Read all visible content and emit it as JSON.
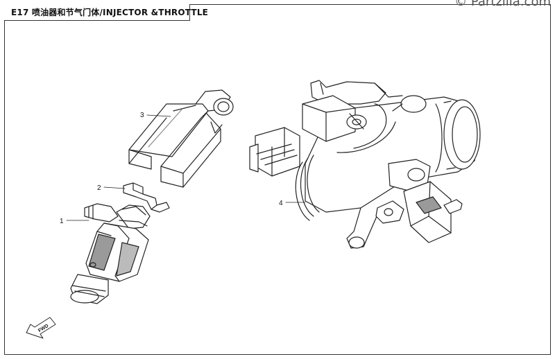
{
  "header": {
    "title": "E17 喷油器和节气门体/INJECTOR &THROTTLE"
  },
  "watermark": "© Partzilla.com",
  "callouts": [
    {
      "id": "1",
      "label": "1"
    },
    {
      "id": "2",
      "label": "2"
    },
    {
      "id": "3",
      "label": "3"
    },
    {
      "id": "4",
      "label": "4"
    }
  ],
  "direction_marker": {
    "text": "FWD",
    "icon": "arrow-left-down-icon"
  },
  "colors": {
    "line": "#222222",
    "shade": "#9a9a9a"
  }
}
